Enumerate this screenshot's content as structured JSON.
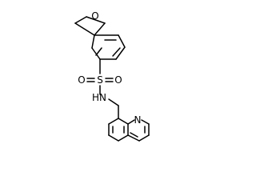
{
  "molecule": {
    "atoms": {
      "oxygen_ring": "O",
      "sulfur": "S",
      "oxygen_left": "O",
      "oxygen_right": "O",
      "amine": "HN",
      "nitrogen_ring": "N"
    }
  },
  "colors": {
    "bond": "#000000",
    "label": "#000000",
    "background": "#ffffff"
  }
}
